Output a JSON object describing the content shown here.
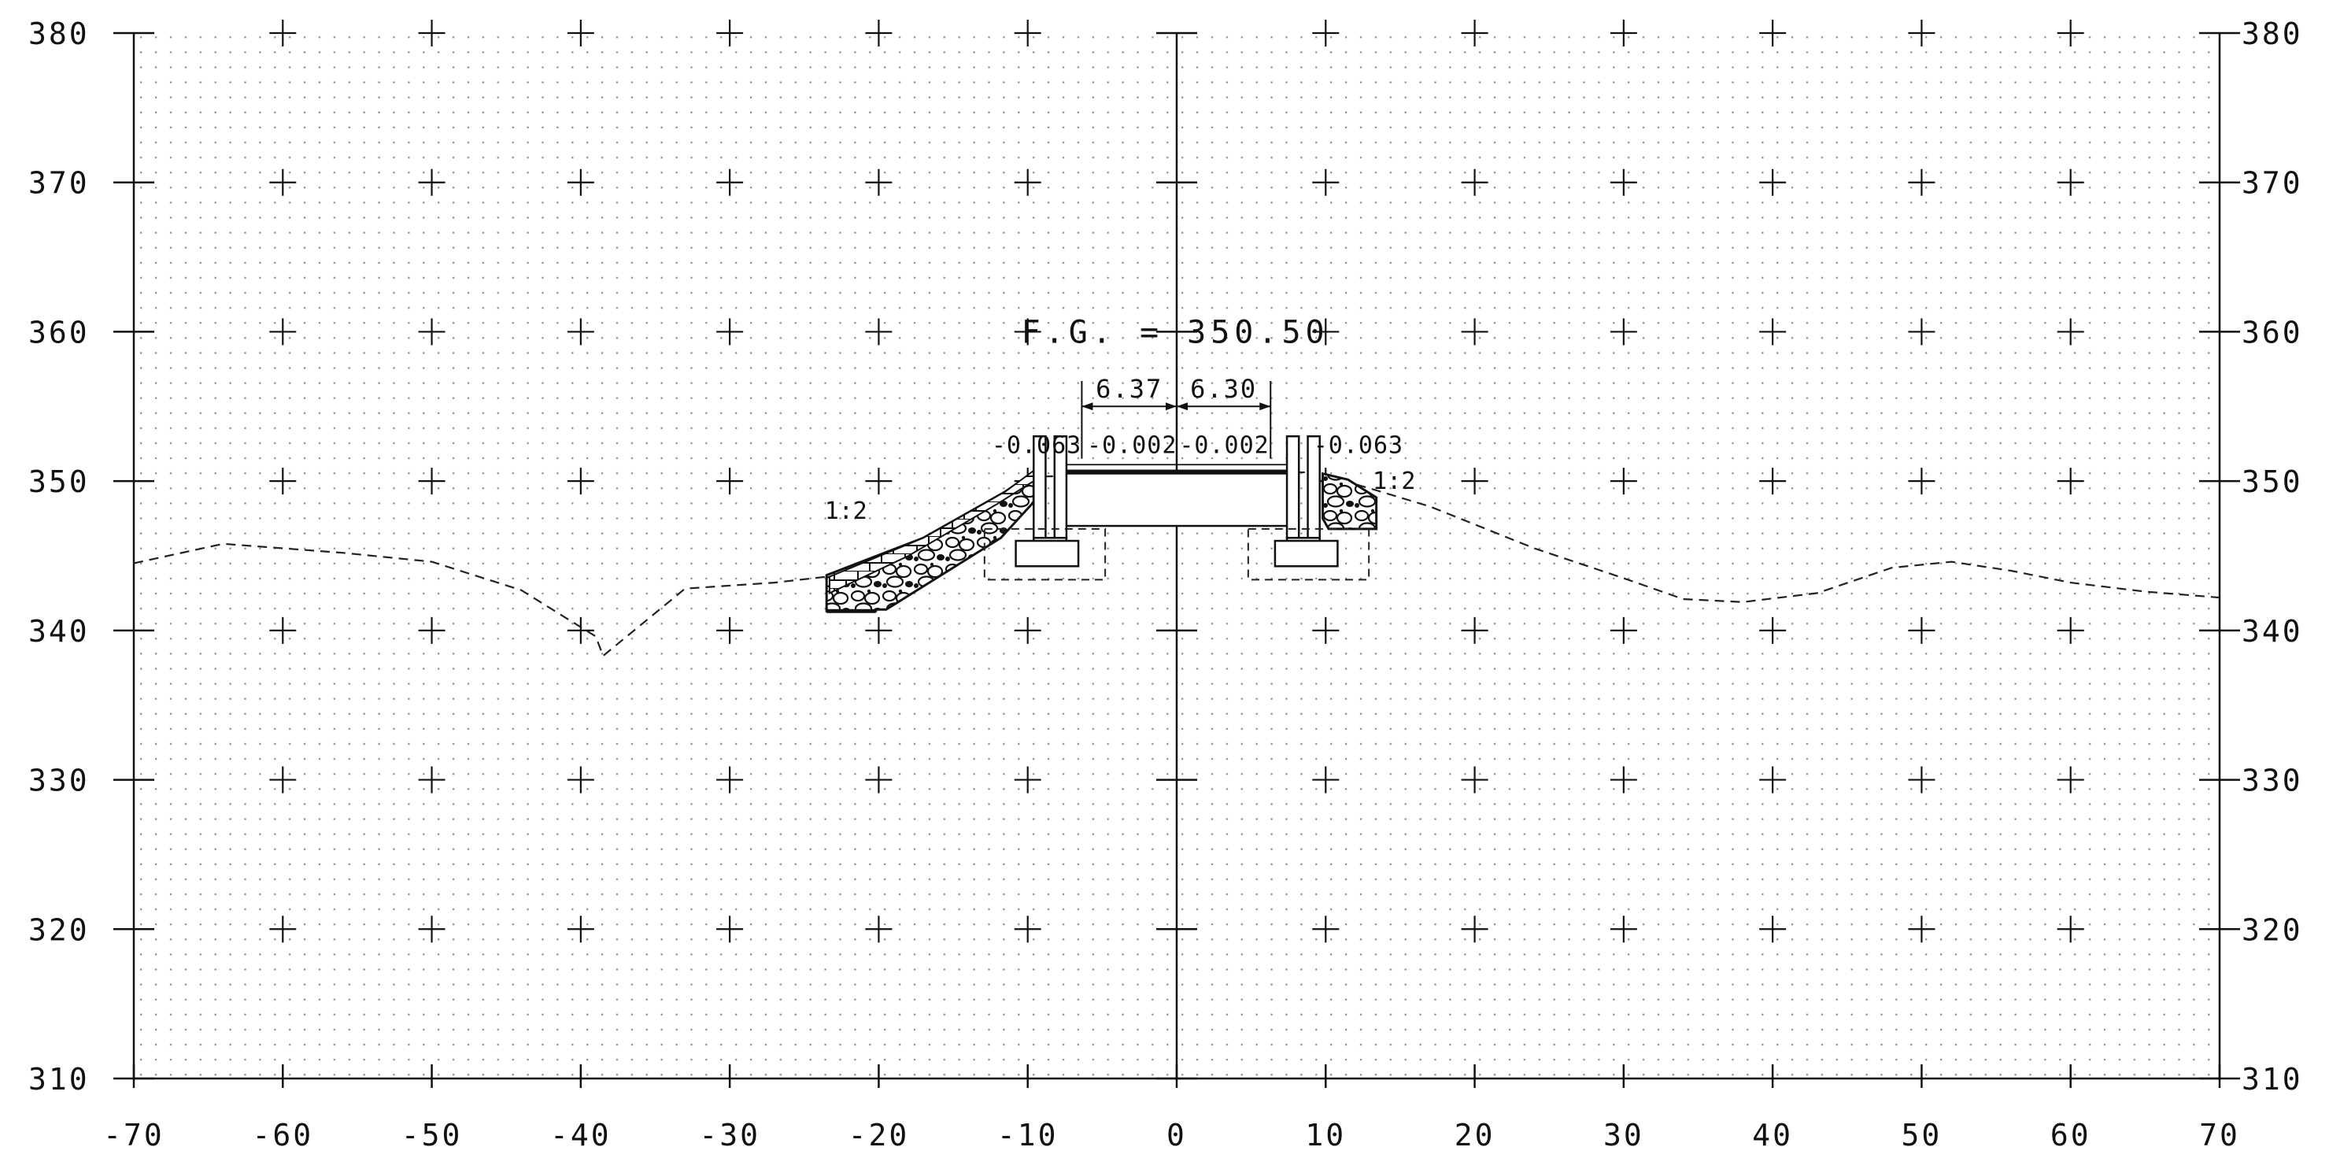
{
  "chart_data": {
    "type": "cross-section",
    "xlim": [
      -70,
      70
    ],
    "ylim": [
      310,
      380
    ],
    "x_ticks": [
      {
        "value": -70,
        "label": "-70"
      },
      {
        "value": -60,
        "label": "-60"
      },
      {
        "value": -50,
        "label": "-50"
      },
      {
        "value": -40,
        "label": "-40"
      },
      {
        "value": -30,
        "label": "-30"
      },
      {
        "value": -20,
        "label": "-20"
      },
      {
        "value": -10,
        "label": "-10"
      },
      {
        "value": 0,
        "label": "0"
      },
      {
        "value": 10,
        "label": "10"
      },
      {
        "value": 20,
        "label": "20"
      },
      {
        "value": 30,
        "label": "30"
      },
      {
        "value": 40,
        "label": "40"
      },
      {
        "value": 50,
        "label": "50"
      },
      {
        "value": 60,
        "label": "60"
      },
      {
        "value": 70,
        "label": "70"
      }
    ],
    "y_ticks": [
      {
        "value": 310,
        "label": "310"
      },
      {
        "value": 320,
        "label": "320"
      },
      {
        "value": 330,
        "label": "330"
      },
      {
        "value": 340,
        "label": "340"
      },
      {
        "value": 350,
        "label": "350"
      },
      {
        "value": 360,
        "label": "360"
      },
      {
        "value": 370,
        "label": "370"
      },
      {
        "value": 380,
        "label": "380"
      }
    ],
    "ground_line": [
      [
        -70,
        344.5
      ],
      [
        -64,
        345.8
      ],
      [
        -56,
        345.2
      ],
      [
        -50,
        344.6
      ],
      [
        -44,
        342.7
      ],
      [
        -39,
        339.6
      ],
      [
        -38.5,
        338.3
      ],
      [
        -33,
        342.8
      ],
      [
        -27,
        343.2
      ],
      [
        -23.5,
        343.6
      ],
      [
        -17,
        346.0
      ],
      [
        -12,
        348.9
      ],
      [
        -9.5,
        350.3
      ],
      [
        0,
        350.5
      ],
      [
        9.2,
        350.6
      ],
      [
        13,
        349.5
      ],
      [
        17,
        348.3
      ],
      [
        24,
        345.5
      ],
      [
        30,
        343.5
      ],
      [
        34,
        342.1
      ],
      [
        38,
        341.9
      ],
      [
        43,
        342.5
      ],
      [
        48,
        344.2
      ],
      [
        52,
        344.6
      ],
      [
        56,
        344.0
      ],
      [
        60,
        343.2
      ],
      [
        65,
        342.6
      ],
      [
        70,
        342.2
      ]
    ],
    "design_grade": {
      "label": "F.G.",
      "value": "350.50"
    },
    "widths": [
      {
        "label": "6.37",
        "from": -6.37,
        "to": 0
      },
      {
        "label": "6.30",
        "from": 0,
        "to": 6.3
      }
    ],
    "cross_slopes": [
      {
        "label": "-0.063",
        "x": -9.4,
        "y": 352.4
      },
      {
        "label": "-0.002",
        "x": -3.0,
        "y": 352.4
      },
      {
        "label": "-0.002",
        "x": 3.2,
        "y": 352.4
      },
      {
        "label": "-0.063",
        "x": 12.2,
        "y": 352.4
      }
    ],
    "side_slopes": [
      {
        "label": "1:2",
        "x": -22.2,
        "y": 348.0
      },
      {
        "label": "1:2",
        "x": 14.6,
        "y": 350.0
      }
    ]
  }
}
